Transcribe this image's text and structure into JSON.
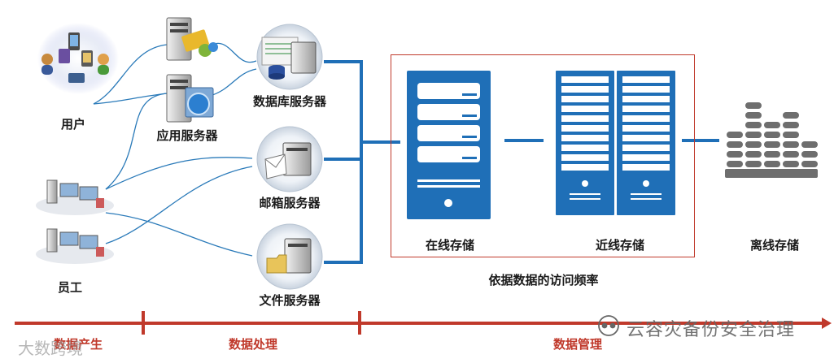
{
  "nodes": {
    "users": "用户",
    "app_server": "应用服务器",
    "db_server": "数据库服务器",
    "mail_server": "邮箱服务器",
    "employees": "员工",
    "file_server": "文件服务器",
    "online_storage": "在线存储",
    "nearline_storage": "近线存储",
    "offline_storage": "离线存储"
  },
  "access_frequency_note": "依据数据的访问频率",
  "timeline": {
    "phases": [
      "数据产生",
      "数据处理",
      "数据管理"
    ]
  },
  "watermarks": {
    "right": "云容灾备份安全治理",
    "left": "大数跨境"
  },
  "colors": {
    "accent_blue": "#1f6fb7",
    "timeline_red": "#c0392b",
    "offline_gray": "#666666"
  }
}
